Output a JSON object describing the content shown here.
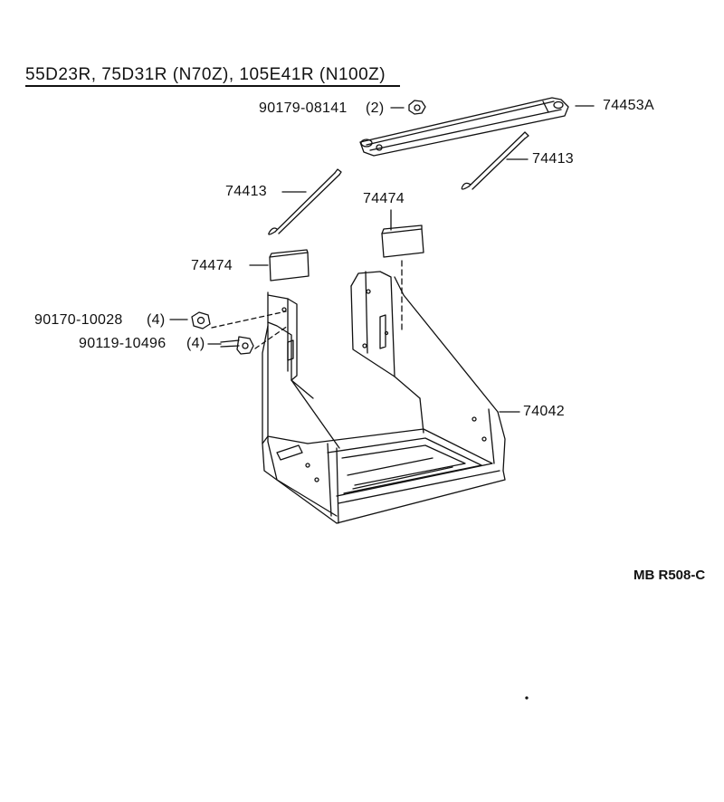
{
  "diagram": {
    "header": {
      "models_label": "55D23R, 75D31R (N70Z), 105E41R (N100Z)"
    },
    "reference_code": "MB R508-C",
    "parts": {
      "nut_top": {
        "number": "90179-08141",
        "qty": "(2)"
      },
      "hold_down_clamp": {
        "number": "74453A"
      },
      "rod_right": {
        "number": "74413"
      },
      "rod_left": {
        "number": "74413"
      },
      "pad_right": {
        "number": "74474"
      },
      "pad_left": {
        "number": "74474"
      },
      "nut_side": {
        "number": "90170-10028",
        "qty": "(4)"
      },
      "bolt_side": {
        "number": "90119-10496",
        "qty": "(4)"
      },
      "battery_carrier": {
        "number": "74042"
      }
    }
  }
}
